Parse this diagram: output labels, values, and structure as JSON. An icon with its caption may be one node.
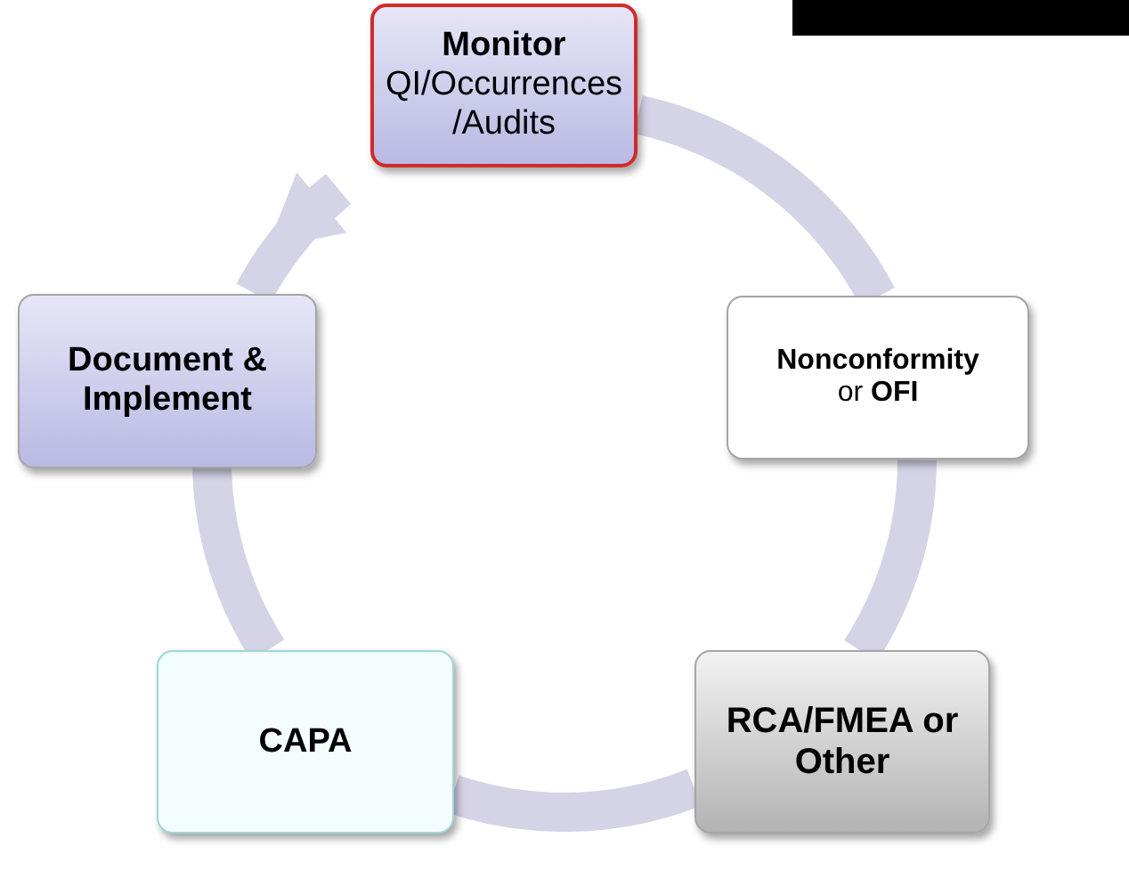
{
  "diagram": {
    "nodes": [
      {
        "text": [
          "Monitor",
          "QI/Occurrences /Audits"
        ]
      },
      {
        "text": [
          "**Nonconformity** or **OFI**"
        ]
      },
      {
        "text": [
          "RCA/FMEA or Other"
        ]
      },
      {
        "text": [
          "CAPA"
        ]
      },
      {
        "text": [
          "Document & Implement"
        ]
      },
      {
        "text": [],
        "shape": "bar"
      }
    ],
    "edges": [
      {
        "from": 0,
        "to": 1,
        "arrow": "none"
      },
      {
        "from": 1,
        "to": 2,
        "arrow": "none"
      },
      {
        "from": 2,
        "to": 3,
        "arrow": "none"
      },
      {
        "from": 3,
        "to": 4,
        "arrow": "none"
      },
      {
        "from": 4,
        "to": 0,
        "arrow": "to"
      }
    ]
  }
}
